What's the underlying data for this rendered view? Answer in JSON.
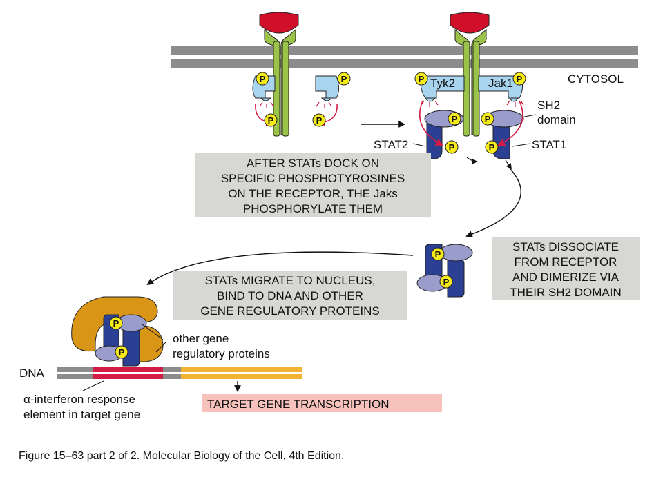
{
  "labels": {
    "cytosol": "CYTOSOL",
    "tyk2": "Tyk2",
    "jak1": "Jak1",
    "sh2_line1": "SH2",
    "sh2_line2": "domain",
    "stat2": "STAT2",
    "stat1": "STAT1",
    "dna": "DNA",
    "other_line1": "other gene",
    "other_line2": "regulatory proteins",
    "alpha_line1": "α-interferon response",
    "alpha_line2": "element in target gene",
    "target": "TARGET GENE TRANSCRIPTION",
    "p": "P"
  },
  "boxes": {
    "dock": [
      "AFTER STATs DOCK ON",
      "SPECIFIC PHOSPHOTYROSINES",
      "ON THE RECEPTOR, THE Jaks",
      "PHOSPHORYLATE THEM"
    ],
    "dissociate": [
      "STATs DISSOCIATE",
      "FROM RECEPTOR",
      "AND DIMERIZE VIA",
      "THEIR SH2 DOMAIN"
    ],
    "migrate": [
      "STATs MIGRATE TO NUCLEUS,",
      "BIND TO DNA AND OTHER",
      "GENE REGULATORY PROTEINS"
    ]
  },
  "caption": "Figure 15–63 part 2 of 2. Molecular Biology of the Cell, 4th Edition.",
  "colors": {
    "membrane": "#8c8c8c",
    "receptor": "#9bc34a",
    "ligand": "#d0102a",
    "jak": "#a8d4f0",
    "phosphate": "#f6ea1a",
    "stat_dark": "#2b3f93",
    "stat_light": "#9a9ccb",
    "coactivator": "#d99515",
    "box_gray": "#d7d8d4",
    "box_pink": "#f6c2bb",
    "dna_red": "#d21c45",
    "dna_yellow": "#f2b233"
  }
}
